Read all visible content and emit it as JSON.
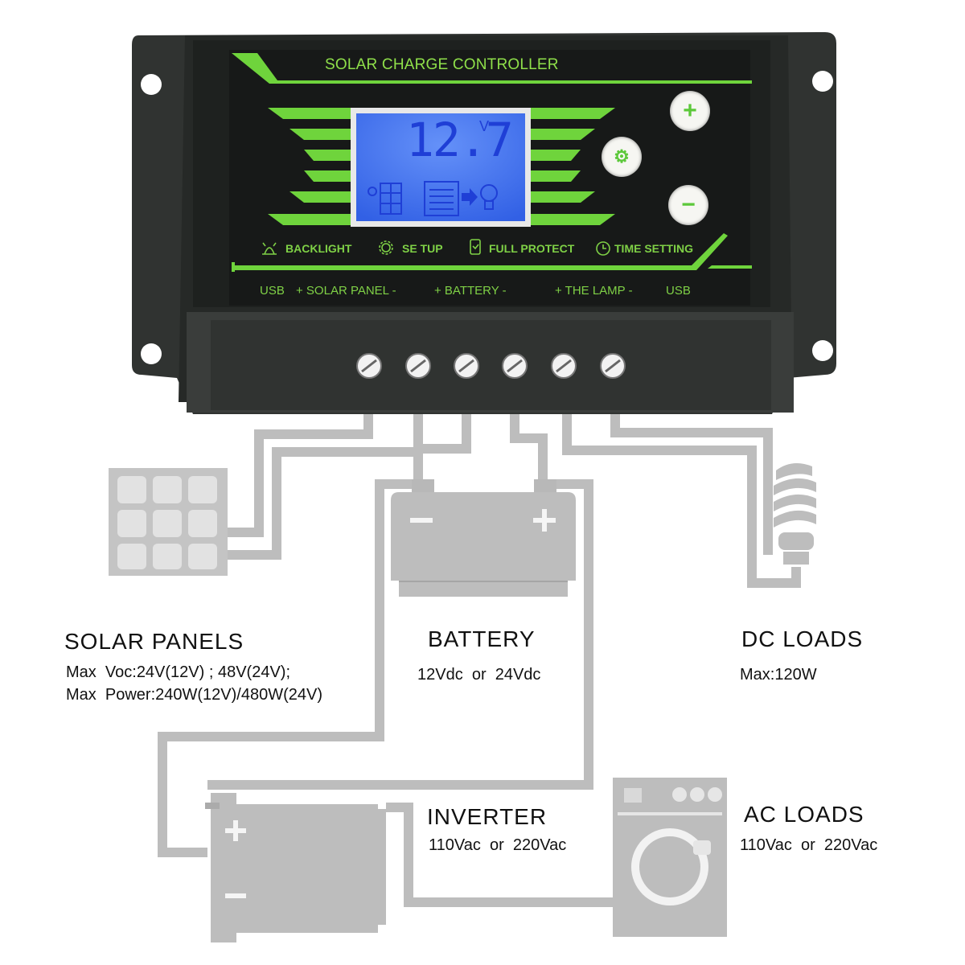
{
  "controller": {
    "title": "SOLAR CHARGE CONTROLLER",
    "lcd_value": "12.7",
    "lcd_unit": "V",
    "buttons": {
      "plus": "+",
      "minus": "−"
    },
    "functions": [
      "BACKLIGHT",
      "SE TUP",
      "FULL PROTECT",
      "TIME SETTING"
    ],
    "terminals": {
      "usb_left": "USB",
      "solar": "+ SOLAR PANEL -",
      "battery": "+ BATTERY -",
      "lamp": "+ THE LAMP -",
      "usb_right": "USB"
    }
  },
  "components": {
    "solar": {
      "title": "SOLAR  PANELS",
      "line1": "Max  Voc:24V(12V) ; 48V(24V);",
      "line2": "Max  Power:240W(12V)/480W(24V)"
    },
    "battery": {
      "title": "BATTERY",
      "line1": "12Vdc  or  24Vdc"
    },
    "dc": {
      "title": "DC  LOADS",
      "line1": "Max:120W"
    },
    "inverter": {
      "title": "INVERTER",
      "line1": "110Vac  or  220Vac"
    },
    "ac": {
      "title": "AC  LOADS",
      "line1": "110Vac  or  220Vac"
    }
  },
  "colors": {
    "accent": "#6fd43c",
    "lcd": "#3a6cf2",
    "wire": "#bdbdbd",
    "body": "#2a2d2c"
  },
  "icons": [
    "backlight-icon",
    "gear-icon",
    "shield-icon",
    "clock-icon",
    "solar-panel-icon",
    "battery-icon",
    "bulb-icon",
    "inverter-icon",
    "washing-machine-icon"
  ]
}
